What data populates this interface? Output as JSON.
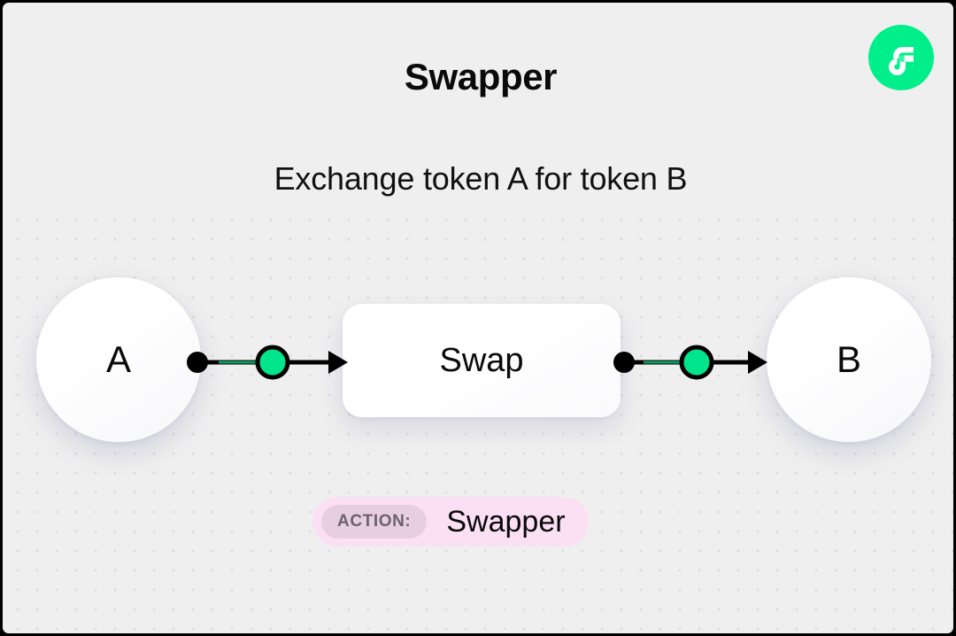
{
  "header": {
    "title": "Swapper",
    "subtitle": "Exchange token A for token B"
  },
  "brand": {
    "icon_name": "flow-logo-icon",
    "circle_color": "#00ef8b",
    "glyph_color": "#ffffff",
    "accent_color": "#35f6a4"
  },
  "diagram": {
    "type": "flow-graph",
    "background_color": "#efefef",
    "dot_color": "#dcdcdc",
    "nodes": [
      {
        "id": "a",
        "label": "A",
        "shape": "circle"
      },
      {
        "id": "swap",
        "label": "Swap",
        "shape": "rounded-box"
      },
      {
        "id": "b",
        "label": "B",
        "shape": "circle"
      }
    ],
    "edges": [
      {
        "id": "edge-a-swap",
        "from": "a",
        "to": "swap",
        "marker_color": "#00e58c",
        "line_color": "#000000"
      },
      {
        "id": "edge-swap-b",
        "from": "swap",
        "to": "b",
        "marker_color": "#00e58c",
        "line_color": "#000000"
      }
    ]
  },
  "action_badge": {
    "key_label": "ACTION:",
    "value_label": "Swapper",
    "background_color": "#fbe0f4",
    "key_background_color": "#e7cfe1"
  }
}
